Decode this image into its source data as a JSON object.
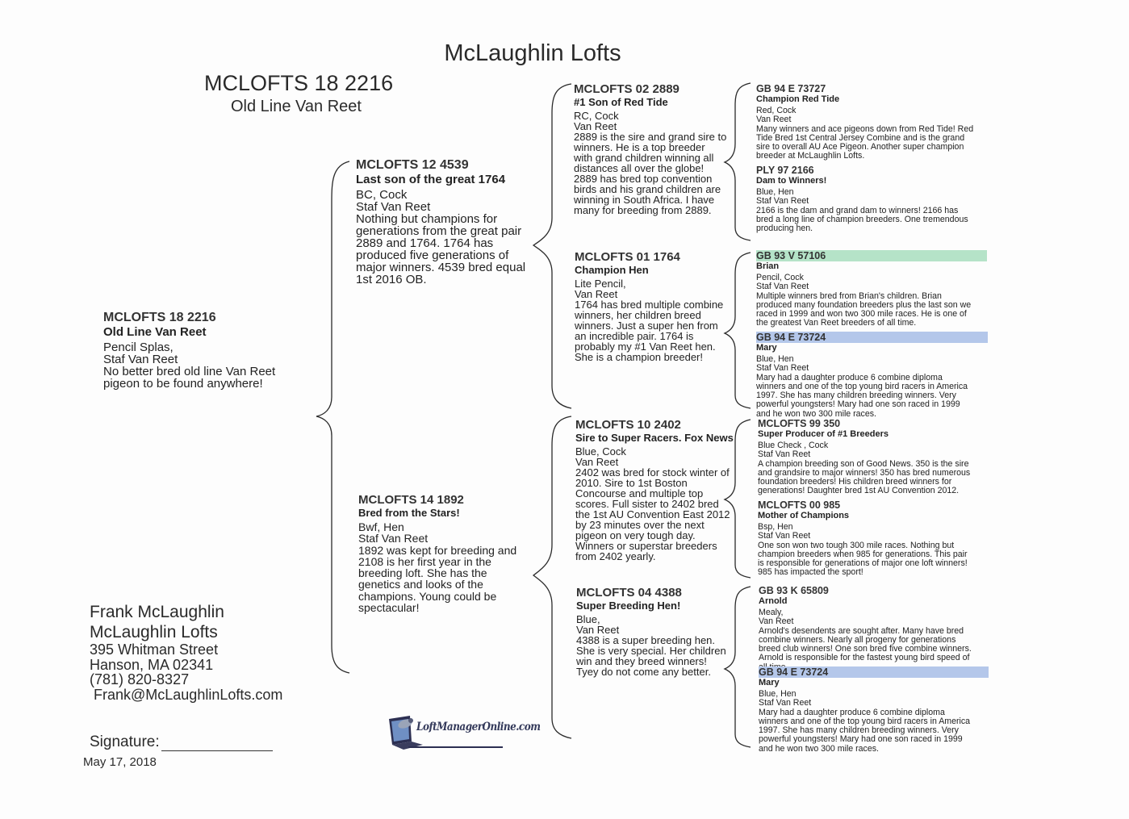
{
  "header": {
    "title": "McLaughlin Lofts"
  },
  "main_bird": {
    "id": "MCLOFTS 18 2216",
    "strain": "Old Line Van Reet"
  },
  "subject": {
    "id": "MCLOFTS 18 2216",
    "subtitle": "Old Line Van Reet",
    "lines": [
      "Pencil Splas,",
      "Staf Van Reet",
      "No better bred old line Van Reet",
      "pigeon to be found anywhere!"
    ]
  },
  "sire": {
    "id": "MCLOFTS 12 4539",
    "subtitle": "Last son of the great 1764",
    "lines": [
      "BC, Cock",
      "Staf Van Reet",
      "Nothing but champions for",
      "generations from the great pair",
      "2889 and 1764.  1764 has",
      "produced five generations of",
      "major winners. 4539 bred equal",
      "1st 2016 OB."
    ]
  },
  "dam": {
    "id": "MCLOFTS 14 1892",
    "subtitle": "Bred from the Stars!",
    "lines": [
      "Bwf, Hen",
      "Staf Van Reet",
      "1892 was kept for breeding and",
      "2108 is her first year in the",
      "breeding loft. She has the",
      "genetics and looks of the",
      "champions.  Young could be",
      "spectacular!"
    ]
  },
  "gen3": [
    {
      "id": "MCLOFTS 02 2889",
      "subtitle": "#1 Son of Red Tide",
      "lines": [
        "RC, Cock",
        "Van Reet",
        "2889 is the sire and grand sire to",
        "winners.  He is a top breeder",
        "with grand children winning all",
        "distances all over the globe!",
        "2889 has bred top convention",
        "birds and his grand children are",
        "winning in South Africa. I have",
        "many for breeding from 2889."
      ]
    },
    {
      "id": "MCLOFTS 01 1764",
      "subtitle": "Champion Hen",
      "lines": [
        "Lite Pencil,",
        "Van Reet",
        "1764 has bred multiple combine",
        "winners, her children breed",
        "winners.  Just a super hen from",
        "an incredible pair.  1764 is",
        "probably my #1 Van Reet hen.",
        "She is a champion breeder!"
      ]
    },
    {
      "id": "MCLOFTS 10 2402",
      "subtitle": "Sire to Super Racers. Fox News",
      "lines": [
        "Blue, Cock",
        "Van Reet",
        "2402 was bred for stock winter of",
        "2010. Sire to 1st Boston",
        "Concourse and multiple top",
        "scores.  Full sister to 2402 bred",
        "the 1st AU Convention East 2012",
        "by 23 minutes over the next",
        "pigeon on very tough day.",
        "Winners or superstar breeders",
        "from 2402 yearly."
      ]
    },
    {
      "id": "MCLOFTS 04 4388",
      "subtitle": "Super Breeding Hen!",
      "lines": [
        "Blue,",
        "Van Reet",
        "4388 is a super breeding hen.",
        "She is very special.  Her children",
        "win and they breed winners!",
        "Tyey do not come any better."
      ]
    }
  ],
  "gen4": [
    {
      "id": "GB 94 E 73727",
      "subtitle": "Champion Red Tide",
      "lines": [
        "Red, Cock",
        "Van Reet",
        "Many winners and ace pigeons down from Red Tide! Red",
        "Tide Bred 1st Central Jersey Combine and is the grand",
        "sire to overall AU Ace Pigeon. Another super champion",
        "breeder at McLaughlin Lofts."
      ]
    },
    {
      "id": "PLY 97 2166",
      "subtitle": "Dam to Winners!",
      "lines": [
        "Blue, Hen",
        "Staf Van Reet",
        "2166 is the dam and grand dam to winners! 2166 has",
        "bred a long line of champion breeders.  One tremendous",
        "producing hen."
      ]
    },
    {
      "id": "GB 93 V 57106",
      "subtitle": "Brian",
      "lines": [
        "Pencil, Cock",
        "Staf Van Reet",
        "Multiple winners bred from Brian's children. Brian",
        "produced many foundation breeders plus the last son we",
        "raced in 1999 and won two 300 mile races. He is one of",
        "the greatest Van Reet breeders of all time."
      ]
    },
    {
      "id": "GB 94 E 73724",
      "subtitle": "Mary",
      "lines": [
        "Blue, Hen",
        "Staf Van Reet",
        "Mary had a daughter produce 6 combine diploma",
        "winners and one of the top young bird racers in America",
        "1997.  She has many children breeding winners.  Very",
        "powerful youngsters!  Mary had one son raced in 1999",
        "and he won two 300 mile races."
      ]
    },
    {
      "id": "MCLOFTS 99 350",
      "subtitle": "Super Producer of #1 Breeders",
      "lines": [
        "Blue Check , Cock",
        "Staf Van Reet",
        "A champion breeding son of Good News.  350 is the sire",
        "and grandsire to major winners! 350 has bred numerous",
        "foundation breeders!  His children breed winners for",
        "generations! Daughter bred 1st AU Convention 2012."
      ]
    },
    {
      "id": "MCLOFTS 00 985",
      "subtitle": "Mother of Champions",
      "lines": [
        "Bsp, Hen",
        "Staf Van Reet",
        "One son won two tough 300 mile races.  Nothing but",
        "champion breeders when 985 for generations.  This pair",
        "is responsible for generations of major one loft winners!",
        "985 has impacted the sport!"
      ]
    },
    {
      "id": "GB 93 K 65809",
      "subtitle": "Arnold",
      "lines": [
        "Mealy,",
        "Van Reet",
        "Arnold's desendents are sought after. Many have bred",
        "combine winners.  Nearly all progeny for generations",
        "breed club winners!  One son bred five combine winners.",
        "Arnold is responsible for the fastest young bird speed of",
        "all time."
      ]
    },
    {
      "id": "GB 94 E 73724",
      "subtitle": "Mary",
      "lines": [
        "Blue, Hen",
        "Staf Van Reet",
        "Mary had a daughter produce 6 combine diploma",
        "winners and one of the top young bird racers in America",
        "1997.  She has many children breeding winners.  Very",
        "powerful youngsters!  Mary had one son raced in 1999",
        "and he won two 300 mile races."
      ]
    }
  ],
  "contact": {
    "name": "Frank McLaughlin",
    "loft": "McLaughlin Lofts",
    "street": "395 Whitman Street",
    "city": "Hanson, MA 02341",
    "phone": "(781) 820-8327",
    "email": "Frank@McLaughlinLofts.com"
  },
  "signature_label": "Signature:",
  "date": "May 17, 2018",
  "logo": {
    "text": "LoftManagerOnline.com",
    "icon": "pigeon-laptop-logo-icon"
  },
  "colors": {
    "highlight_green": "#b5e3c8",
    "highlight_blue": "#b4c7ea",
    "text": "#1f1f1f"
  }
}
